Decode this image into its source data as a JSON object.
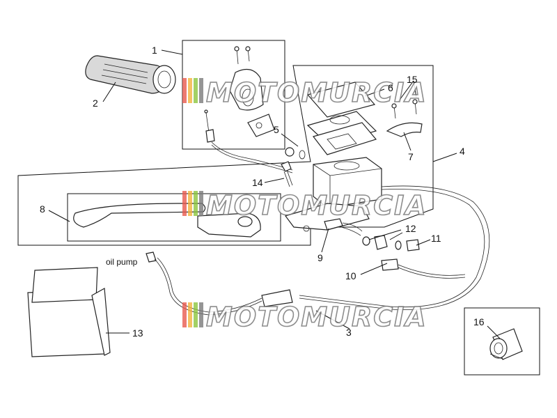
{
  "watermark": {
    "text": "MOTOMURCIA",
    "stripe_colors": [
      "#e85a4f",
      "#f2b33d",
      "#8cc63f",
      "#7a7a7a"
    ]
  },
  "labels": {
    "oil_pump": "oil pump"
  },
  "callouts": [
    {
      "id": "1",
      "text": "1"
    },
    {
      "id": "2",
      "text": "2"
    },
    {
      "id": "3",
      "text": "3"
    },
    {
      "id": "4",
      "text": "4"
    },
    {
      "id": "5",
      "text": "5"
    },
    {
      "id": "6",
      "text": "6"
    },
    {
      "id": "7",
      "text": "7"
    },
    {
      "id": "8",
      "text": "8"
    },
    {
      "id": "9",
      "text": "9"
    },
    {
      "id": "10",
      "text": "10"
    },
    {
      "id": "11",
      "text": "11"
    },
    {
      "id": "12",
      "text": "12"
    },
    {
      "id": "13",
      "text": "13"
    },
    {
      "id": "14",
      "text": "14"
    },
    {
      "id": "15",
      "text": "15"
    },
    {
      "id": "16",
      "text": "16"
    }
  ]
}
